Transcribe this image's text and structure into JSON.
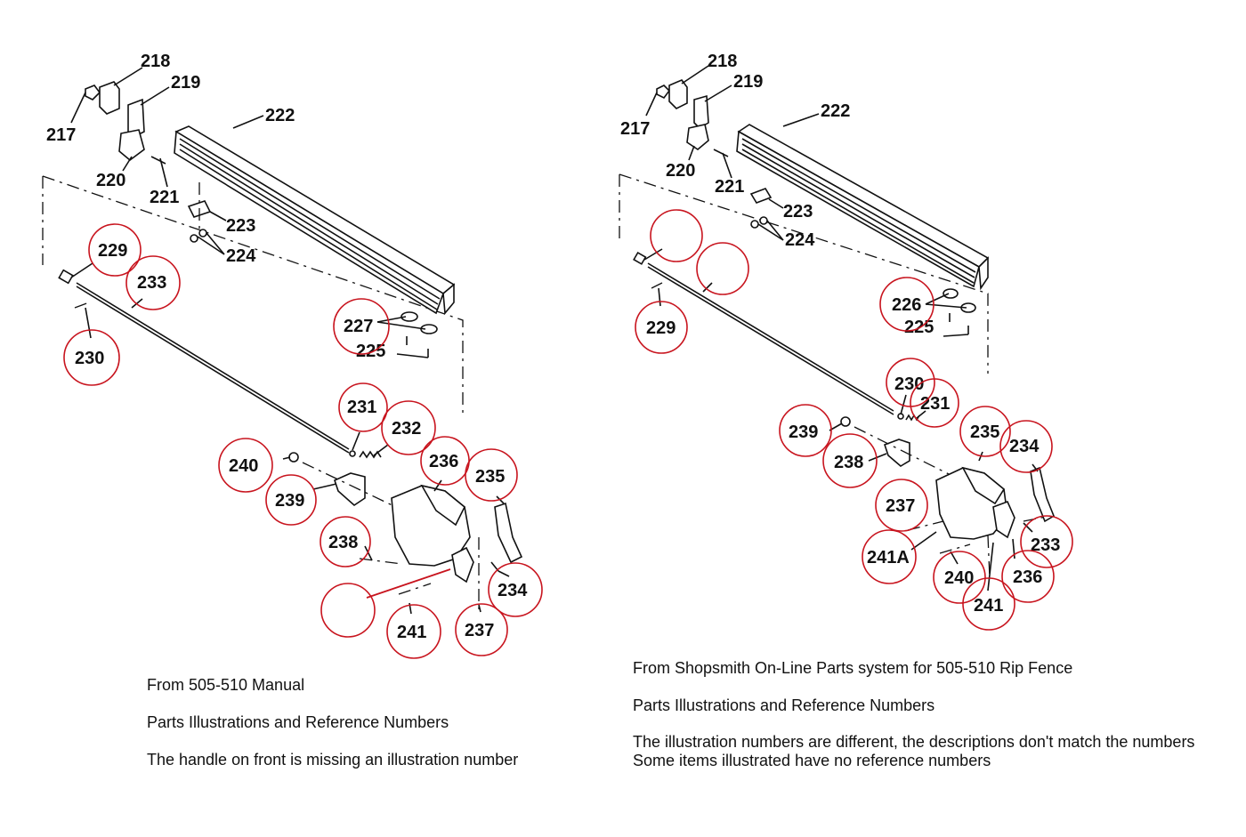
{
  "left_panel": {
    "labels": {
      "l217": "217",
      "l218": "218",
      "l219": "219",
      "l220": "220",
      "l221": "221",
      "l222": "222",
      "l223": "223",
      "l224": "224",
      "l225": "225",
      "l227": "227",
      "l229": "229",
      "l230": "230",
      "l231": "231",
      "l232": "232",
      "l233": "233",
      "l234": "234",
      "l235": "235",
      "l236": "236",
      "l237": "237",
      "l238": "238",
      "l239": "239",
      "l240": "240",
      "l241": "241"
    },
    "captions": {
      "source": "From 505-510 Manual",
      "subtitle": "Parts Illustrations and Reference Numbers",
      "note": "The handle on front is missing an illustration number"
    }
  },
  "right_panel": {
    "labels": {
      "r217": "217",
      "r218": "218",
      "r219": "219",
      "r220": "220",
      "r221": "221",
      "r222": "222",
      "r223": "223",
      "r224": "224",
      "r225": "225",
      "r226": "226",
      "r229": "229",
      "r230": "230",
      "r231": "231",
      "r233": "233",
      "r234": "234",
      "r235": "235",
      "r236": "236",
      "r237": "237",
      "r238": "238",
      "r239": "239",
      "r240": "240",
      "r241": "241",
      "r241a": "241A"
    },
    "captions": {
      "source": "From Shopsmith On-Line Parts system for 505-510 Rip Fence",
      "subtitle": "Parts Illustrations and Reference Numbers",
      "note1": "The illustration numbers are different, the descriptions don't match the numbers",
      "note2": "Some items illustrated have no reference numbers"
    }
  },
  "colors": {
    "highlight_circle": "#c8141e",
    "ink": "#111111"
  }
}
